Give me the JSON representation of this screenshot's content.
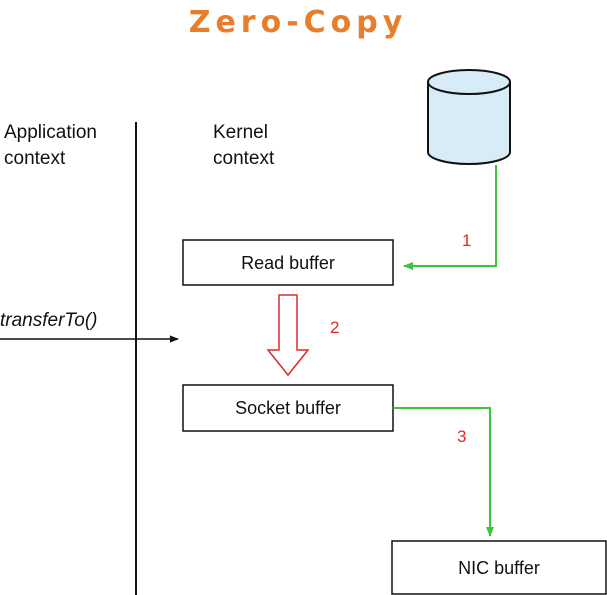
{
  "title": "Zero-Copy",
  "contexts": {
    "application": [
      "Application",
      "context"
    ],
    "kernel": [
      "Kernel",
      "context"
    ]
  },
  "call": "transferTo()",
  "boxes": {
    "read_buffer": "Read buffer",
    "socket_buffer": "Socket buffer",
    "nic_buffer": "NIC buffer"
  },
  "steps": {
    "step1": "1",
    "step2": "2",
    "step3": "3"
  },
  "colors": {
    "title": "#e87e2c",
    "dma_arrow": "#3cc43c",
    "copy_arrow": "#e02a2a",
    "disk_fill": "#d7ecf7",
    "ink": "#111111"
  }
}
